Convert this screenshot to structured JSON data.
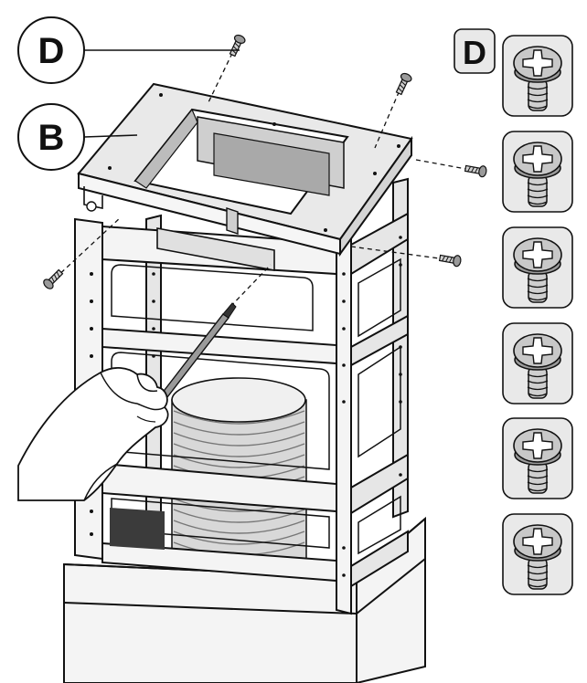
{
  "callouts": [
    {
      "letter": "D"
    },
    {
      "letter": "B"
    }
  ],
  "screw_panel": {
    "label": "D",
    "count": 6,
    "icon": "phillips-screw-icon"
  },
  "installation": {
    "loose_screws": 5,
    "tool_icon": "screwdriver-icon",
    "hand_icon": "hand-icon",
    "duct_icon": "flexible-duct-icon"
  },
  "colors": {
    "line": "#111111",
    "panel_fill": "#e9e9e9",
    "frame_fill": "#f4f4f4",
    "shadow_fill": "#bdbdbd",
    "duct_fill": "#d8d8d8",
    "screw_fill": "#bfbfbf"
  }
}
